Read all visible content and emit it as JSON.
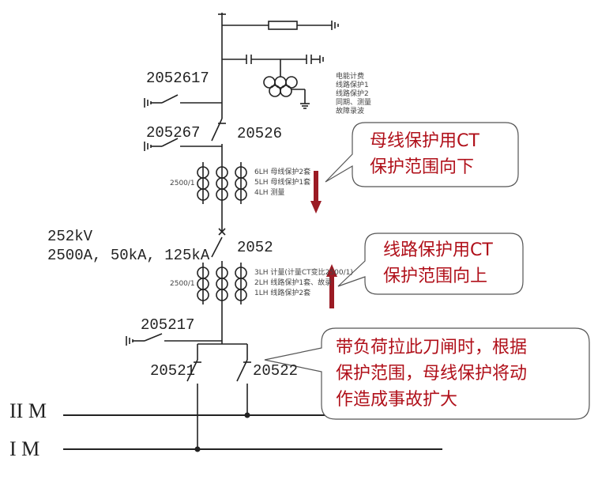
{
  "labels": {
    "sw_2052617": "2052617",
    "sw_205267": "205267",
    "sw_20526": "20526",
    "sw_2052": "2052",
    "sw_205217": "205217",
    "sw_20521": "20521",
    "sw_20522": "20522",
    "rating_kv": "252kV",
    "rating_values": "2500A, 50kA, 125kA",
    "ct_ratio_1": "2500/1",
    "ct_ratio_2": "2500/1",
    "bus_2": "II M",
    "bus_1": "I M"
  },
  "pt_notes": [
    "电能计费",
    "线路保护1",
    "线路保护2",
    "同期、测量",
    "故障录波"
  ],
  "ct_upper": [
    "6LH  母线保护2套",
    "5LH  母线保护1套",
    "4LH  测量"
  ],
  "ct_lower": [
    "3LH  计量(计量CT变比2500/1)",
    "2LH  线路保护1套、故录",
    "1LH  线路保护2套"
  ],
  "callouts": {
    "bus_ct": [
      "母线保护用CT",
      "保护范围向下"
    ],
    "line_ct": [
      "线路保护用CT",
      "保护范围向上"
    ],
    "warning": [
      "带负荷拉此刀闸时，根据",
      "保护范围，母线保护将动",
      "作造成事故扩大"
    ]
  },
  "colors": {
    "callout_text": "#b0101a",
    "arrow": "#9b1b24"
  }
}
